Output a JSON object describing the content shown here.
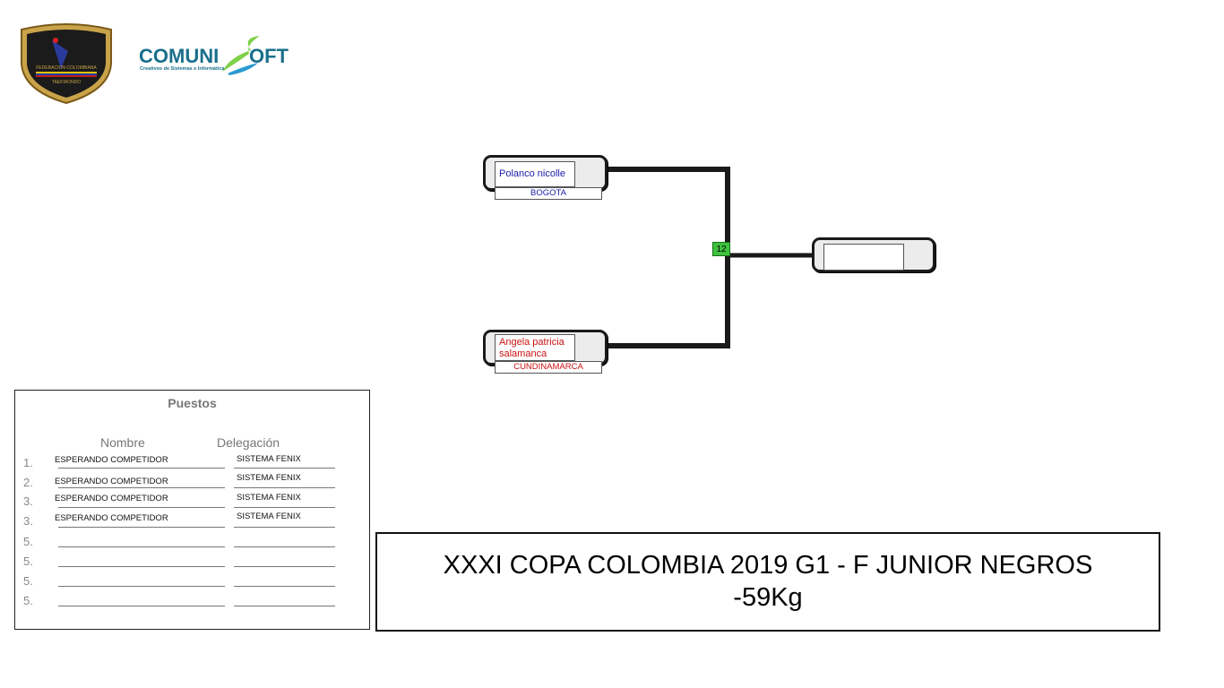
{
  "logos": {
    "federation_text": "FEDERACION COLOMBIANA TAEKWONDO",
    "software_name": "COMUNISOFT",
    "software_tagline": "Creativos de Sistemas e Informática"
  },
  "bracket": {
    "competitor_1": {
      "name": "Polanco nicolle",
      "delegation": "BOGOTA"
    },
    "competitor_2": {
      "name": "Angela patricia salamanca tovar",
      "delegation": "CUNDINAMARCA"
    },
    "winner": {
      "name": ""
    },
    "match_number": "12",
    "colors": {
      "competitor_1": "#1b1ba8",
      "competitor_2": "#cc1111",
      "match_badge": "#3ec13e"
    }
  },
  "standings": {
    "title": "Puestos",
    "headers": {
      "name": "Nombre",
      "delegation": "Delegación"
    },
    "rows": [
      {
        "rank": "1.",
        "name": "ESPERANDO COMPETIDOR",
        "delegation": "SISTEMA FENIX"
      },
      {
        "rank": "2.",
        "name": "ESPERANDO COMPETIDOR",
        "delegation": "SISTEMA FENIX"
      },
      {
        "rank": "3.",
        "name": "ESPERANDO COMPETIDOR",
        "delegation": "SISTEMA FENIX"
      },
      {
        "rank": "3.",
        "name": "ESPERANDO COMPETIDOR",
        "delegation": "SISTEMA FENIX"
      },
      {
        "rank": "5.",
        "name": "",
        "delegation": ""
      },
      {
        "rank": "5.",
        "name": "",
        "delegation": ""
      },
      {
        "rank": "5.",
        "name": "",
        "delegation": ""
      },
      {
        "rank": "5.",
        "name": "",
        "delegation": ""
      }
    ]
  },
  "event": {
    "title_line_1": "XXXI COPA COLOMBIA 2019 G1 - F JUNIOR NEGROS",
    "title_line_2": "-59Kg"
  }
}
